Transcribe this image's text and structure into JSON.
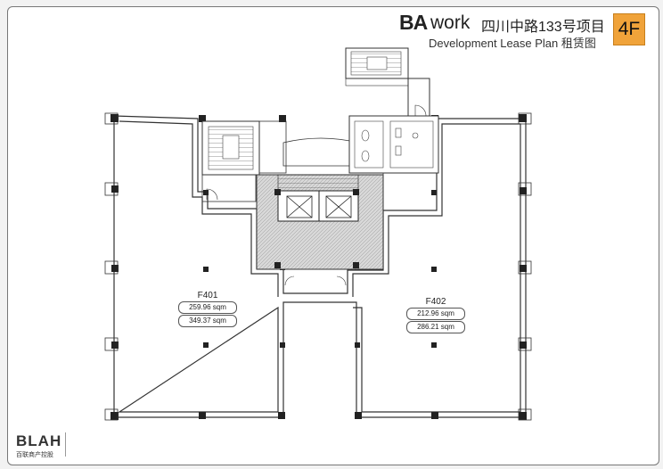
{
  "title_block": {
    "brand": "BA",
    "brand_work": "work",
    "project_name": "四川中路133号项目",
    "subtitle": "Development Lease Plan 租赁图",
    "floor_badge": "4F"
  },
  "units": [
    {
      "id": "F401",
      "area_1": "259.96 sqm",
      "area_2": "349.37 sqm"
    },
    {
      "id": "F402",
      "area_1": "212.96 sqm",
      "area_2": "286.21 sqm"
    }
  ],
  "logo": {
    "text": "BLAH",
    "subtext": "百联商产控股"
  },
  "colors": {
    "badge": "#f0a33a",
    "wall": "#333333",
    "core_fill": "#c8c8c8"
  }
}
